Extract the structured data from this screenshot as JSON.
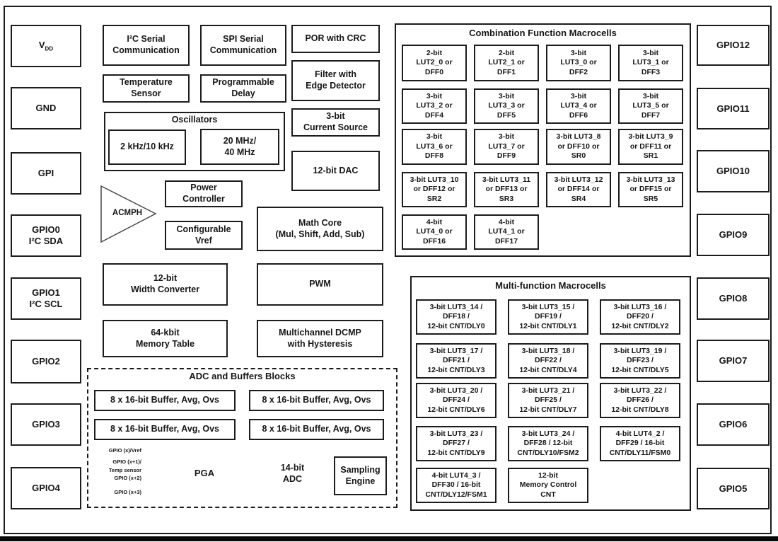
{
  "colors": {
    "line": "#1c1c1c",
    "background": "#ffffff",
    "text": "#161616"
  },
  "pins_left": [
    {
      "main": "V",
      "sub": "DD"
    },
    {
      "label": "GND"
    },
    {
      "label": "GPI"
    },
    {
      "label": "GPIO0\nI²C SDA"
    },
    {
      "label": "GPIO1\nI²C SCL"
    },
    {
      "label": "GPIO2"
    },
    {
      "label": "GPIO3"
    },
    {
      "label": "GPIO4"
    }
  ],
  "pins_right": [
    {
      "label": "GPIO12"
    },
    {
      "label": "GPIO11"
    },
    {
      "label": "GPIO10"
    },
    {
      "label": "GPIO9"
    },
    {
      "label": "GPIO8"
    },
    {
      "label": "GPIO7"
    },
    {
      "label": "GPIO6"
    },
    {
      "label": "GPIO5"
    }
  ],
  "blocks": {
    "i2c": "I²C Serial\nCommunication",
    "spi": "SPI Serial\nCommunication",
    "por": "POR with CRC",
    "temp_sensor": "Temperature\nSensor",
    "prog_delay": "Programmable\nDelay",
    "filter": "Filter with\nEdge Detector",
    "current_source": "3-bit\nCurrent Source",
    "dac": "12-bit DAC",
    "power_controller": "Power\nController",
    "config_vref": "Configurable\nVref",
    "math_core": "Math Core\n(Mul, Shift, Add, Sub)",
    "width_converter": "12-bit\nWidth Converter",
    "pwm": "PWM",
    "memory_table": "64-kbit\nMemory Table",
    "dcmp": "Multichannel DCMP\nwith Hysteresis",
    "acmph": "ACMPH"
  },
  "oscillators": {
    "title": "Oscillators",
    "low": "2 kHz/10 kHz",
    "high": "20 MHz/\n40 MHz"
  },
  "combination": {
    "title": "Combination Function Macrocells",
    "cells": [
      "2-bit\nLUT2_0 or\nDFF0",
      "2-bit\nLUT2_1 or\nDFF1",
      "3-bit\nLUT3_0 or\nDFF2",
      "3-bit\nLUT3_1 or\nDFF3",
      "3-bit\nLUT3_2 or\nDFF4",
      "3-bit\nLUT3_3 or\nDFF5",
      "3-bit\nLUT3_4 or\nDFF6",
      "3-bit\nLUT3_5 or\nDFF7",
      "3-bit\nLUT3_6 or\nDFF8",
      "3-bit\nLUT3_7 or\nDFF9",
      "3-bit LUT3_8\nor DFF10 or\nSR0",
      "3-bit LUT3_9\nor DFF11 or\nSR1",
      "3-bit LUT3_10\nor DFF12 or\nSR2",
      "3-bit LUT3_11\nor DFF13 or\nSR3",
      "3-bit LUT3_12\nor DFF14 or\nSR4",
      "3-bit LUT3_13\nor DFF15 or\nSR5",
      "4-bit\nLUT4_0 or\nDFF16",
      "4-bit\nLUT4_1 or\nDFF17"
    ]
  },
  "multifunction": {
    "title": "Multi-function Macrocells",
    "cells": [
      "3-bit LUT3_14 /\nDFF18 /\n12-bit CNT/DLY0",
      "3-bit LUT3_15 /\nDFF19 /\n12-bit CNT/DLY1",
      "3-bit LUT3_16 /\nDFF20 /\n12-bit CNT/DLY2",
      "3-bit LUT3_17 /\nDFF21 /\n12-bit CNT/DLY3",
      "3-bit LUT3_18 /\nDFF22 /\n12-bit CNT/DLY4",
      "3-bit LUT3_19 /\nDFF23 /\n12-bit CNT/DLY5",
      "3-bit LUT3_20 /\nDFF24 /\n12-bit CNT/DLY6",
      "3-bit LUT3_21 /\nDFF25 /\n12-bit CNT/DLY7",
      "3-bit LUT3_22 /\nDFF26 /\n12-bit CNT/DLY8",
      "3-bit LUT3_23 /\nDFF27 /\n12-bit CNT/DLY9",
      "3-bit LUT3_24 /\nDFF28 / 12-bit\nCNT/DLY10/FSM2",
      "4-bit LUT4_2 /\nDFF29 / 16-bit\nCNT/DLY11/FSM0",
      "4-bit LUT4_3 /\nDFF30 / 16-bit\nCNT/DLY12/FSM1",
      "12-bit\nMemory Control\nCNT"
    ]
  },
  "adc_block": {
    "title": "ADC and Buffers Blocks",
    "buffer": "8 x 16-bit Buffer, Avg, Ovs",
    "inputs": [
      "GPIO (x)/Vref",
      "GPIO (x+1)/",
      "Temp sensor",
      "GPIO (x+2)",
      "GPIO (x+3)"
    ],
    "pga": "PGA",
    "adc": "14-bit\nADC",
    "sampling": "Sampling\nEngine"
  }
}
